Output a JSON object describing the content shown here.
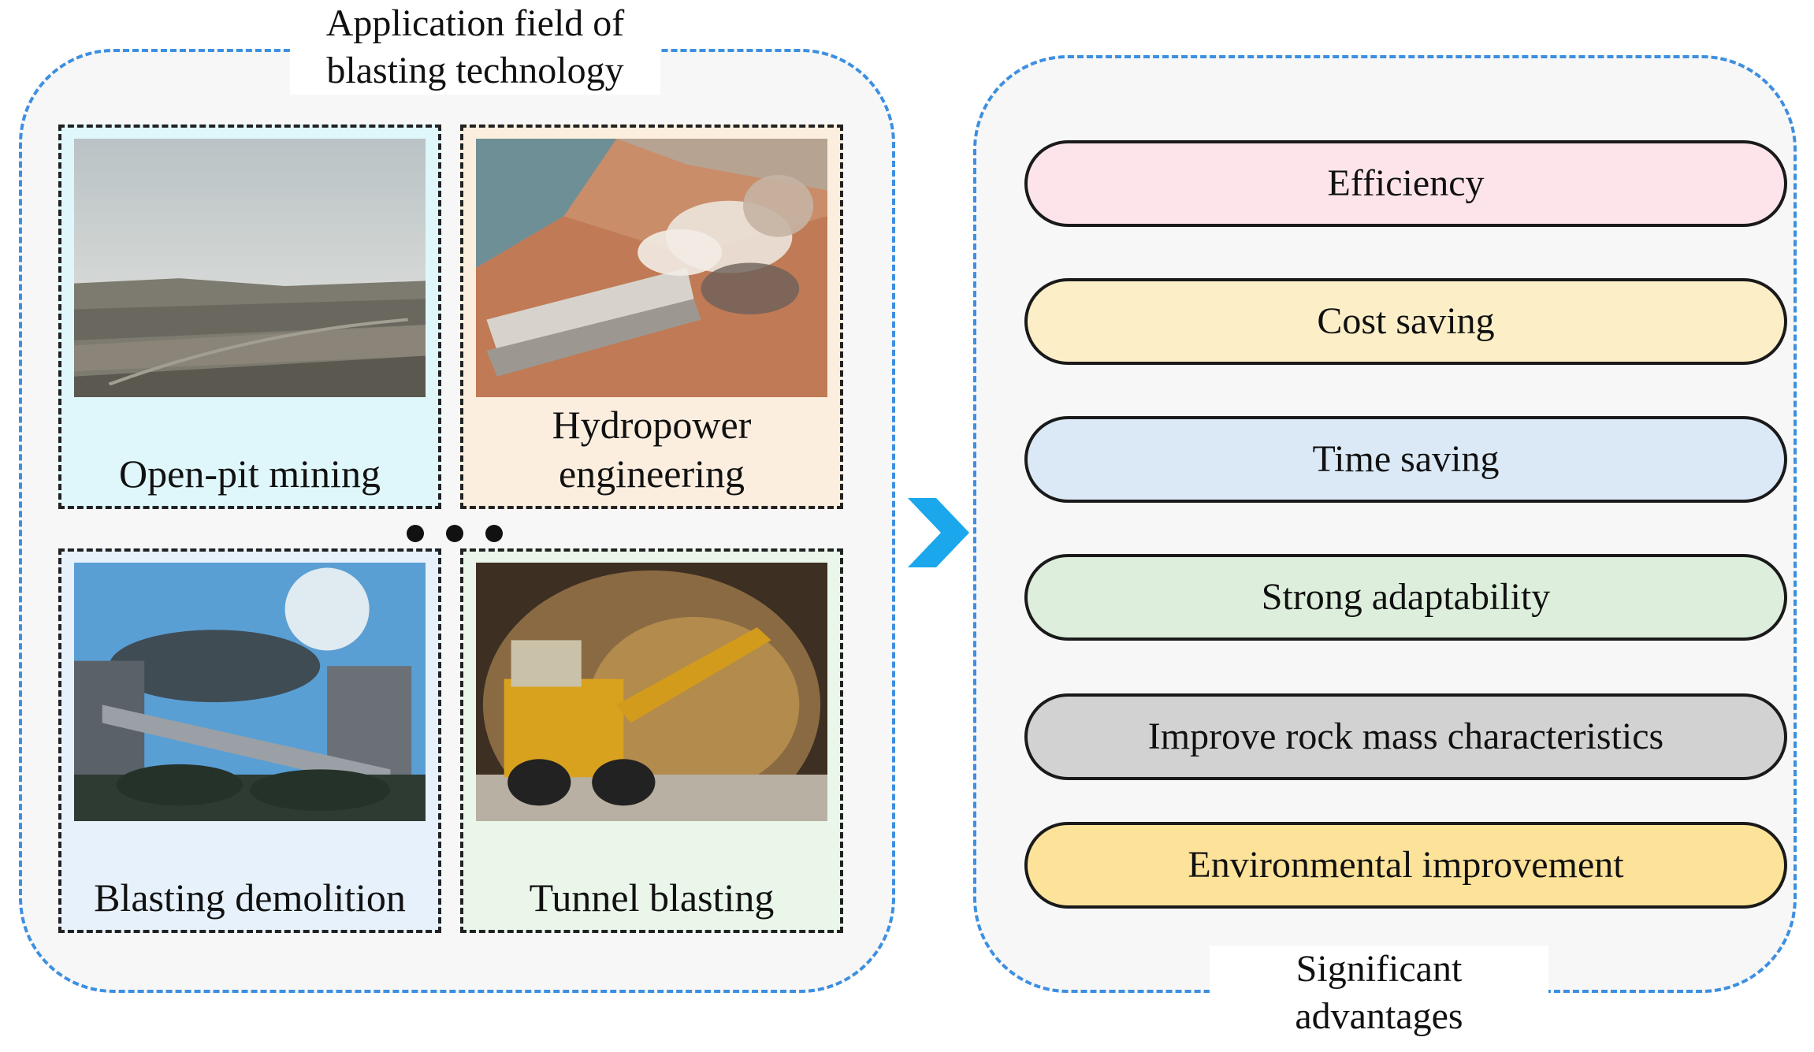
{
  "left_panel": {
    "title": "Application field of blasting technology",
    "tiles": [
      {
        "label": "Open-pit mining",
        "color": "#dff7fb"
      },
      {
        "label": "Hydropower engineering",
        "color": "#fbeedf"
      },
      {
        "label": "Blasting demolition",
        "color": "#e6f1fb"
      },
      {
        "label": "Tunnel blasting",
        "color": "#eaf6ea"
      }
    ]
  },
  "arrow": {
    "icon": "chevron-right-icon",
    "color": "#1aa7ec"
  },
  "right_panel": {
    "title": "Significant advantages",
    "advantages": [
      {
        "label": "Efficiency",
        "color": "#fde4ea"
      },
      {
        "label": "Cost saving",
        "color": "#fcefc7"
      },
      {
        "label": "Time saving",
        "color": "#dbe9f7"
      },
      {
        "label": "Strong adaptability",
        "color": "#ddefdc"
      },
      {
        "label": "Improve rock mass characteristics",
        "color": "#d2d2d2"
      },
      {
        "label": "Environmental improvement",
        "color": "#fde39a"
      }
    ]
  },
  "border_color": "#3d8fe0"
}
